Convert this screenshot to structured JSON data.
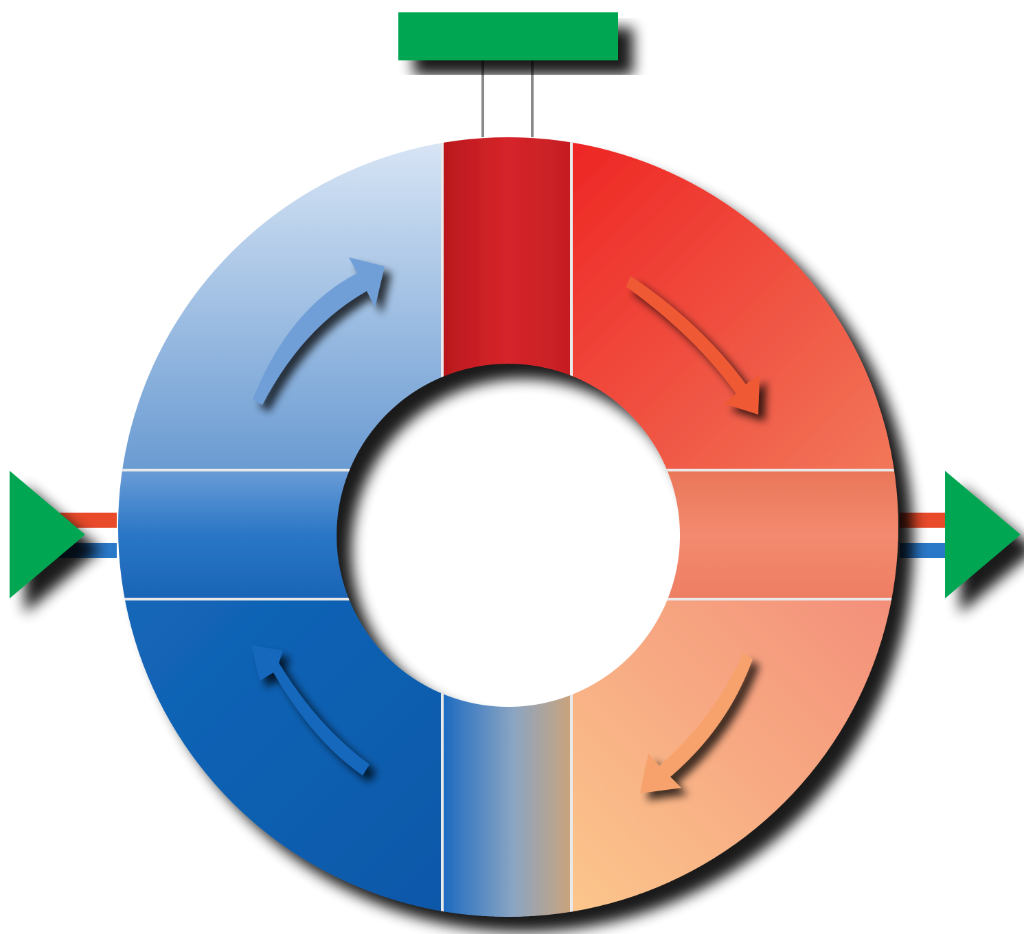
{
  "diagram": {
    "top_bar": {
      "color": "#00a651",
      "connector_color": "#8a8a8a"
    },
    "input_arrow": {
      "direction": "right",
      "color": "#00a651"
    },
    "output_arrow": {
      "direction": "right",
      "color": "#00a651"
    },
    "lines": {
      "hot": "#e84a2a",
      "cold": "#2a78c8"
    },
    "ring": {
      "segments": [
        {
          "name": "top-left",
          "from": "#d3e1f3",
          "to": "#6d9cd2"
        },
        {
          "name": "top-center",
          "from": "#c91f24",
          "to": "#d8262b"
        },
        {
          "name": "top-right",
          "from": "#ec2a23",
          "to": "#f07255"
        },
        {
          "name": "middle-left",
          "from": "#5a92d1",
          "to": "#1f6cc0"
        },
        {
          "name": "middle-right",
          "from": "#ee8066",
          "to": "#f3937a"
        },
        {
          "name": "bottom-left",
          "from": "#0e62b4",
          "to": "#0b5aab"
        },
        {
          "name": "bottom-center",
          "from": "#2c74c4",
          "to": "#d2aa7a"
        },
        {
          "name": "bottom-right",
          "from": "#fbc88e",
          "to": "#f49a80"
        }
      ],
      "flow": "clockwise"
    },
    "flow_arrows": [
      {
        "name": "upper-left-arrow",
        "color": "#6f9fd8"
      },
      {
        "name": "upper-right-arrow",
        "color": "#ef5a36"
      },
      {
        "name": "lower-right-arrow",
        "color": "#f7a26c"
      },
      {
        "name": "lower-left-arrow",
        "color": "#1668bd"
      }
    ]
  }
}
